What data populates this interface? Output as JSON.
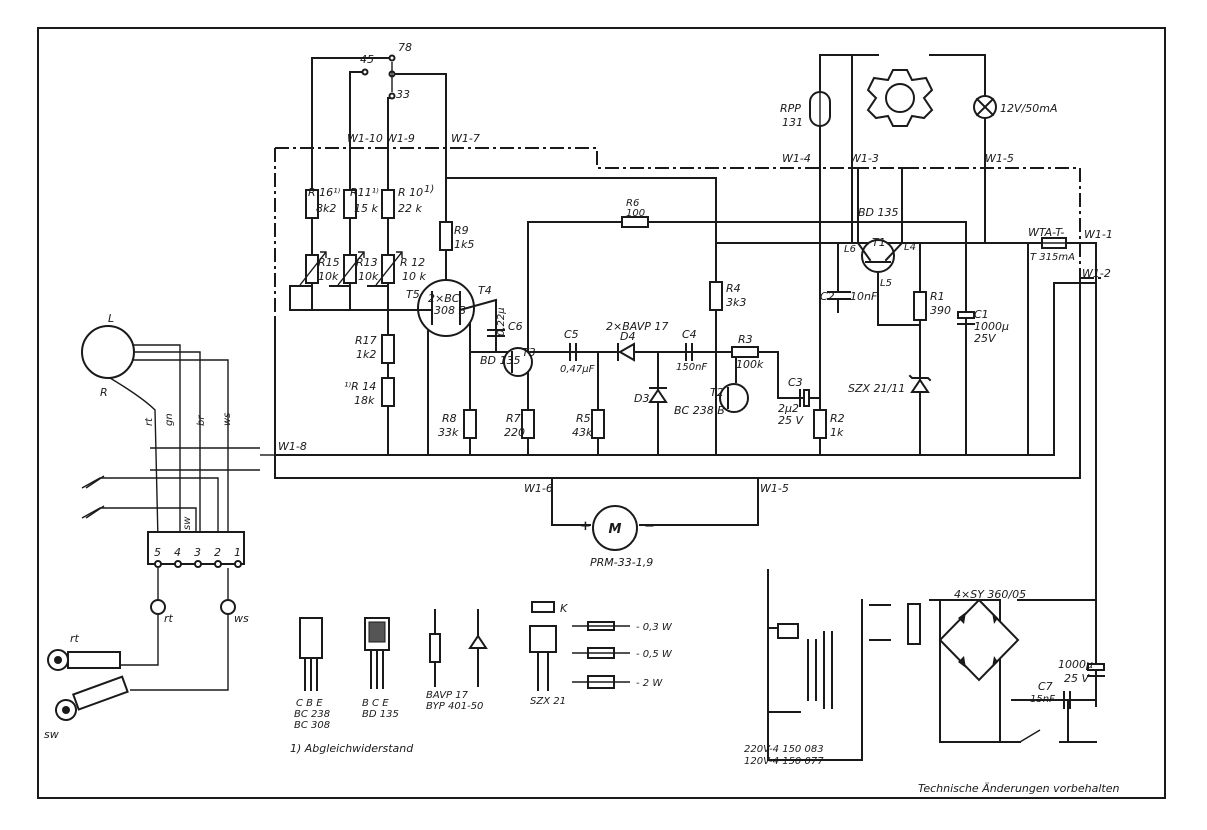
{
  "terminals": {
    "t78": "78",
    "t45": "45",
    "t33": "33",
    "w1_10": "W1-10",
    "w1_9": "W1-9",
    "w1_7": "W1-7",
    "w1_4": "W1-4",
    "w1_3": "W1-3",
    "w1_5a": "W1-5",
    "w1_1": "W1-1",
    "w1_2": "W1-2",
    "w1_8": "W1-8",
    "w1_6": "W1-6",
    "w1_5b": "W1-5"
  },
  "resistors": {
    "r16": [
      "R 16¹⁾",
      "8k2"
    ],
    "r11": [
      "R11¹⁾",
      "15 k"
    ],
    "r10": [
      "R 10",
      "22 k"
    ],
    "r10_note": "1)",
    "r15": [
      "R15",
      "10k"
    ],
    "r13": [
      "R13",
      "10k"
    ],
    "r12": [
      "R 12",
      "10 k"
    ],
    "r9": [
      "R9",
      "1k5"
    ],
    "r17": [
      "R17",
      "1k2"
    ],
    "r14": [
      "¹⁾R 14",
      "18k"
    ],
    "r8": [
      "R8",
      "33k"
    ],
    "r7": [
      "R7",
      "220"
    ],
    "r5": [
      "R5",
      "43k"
    ],
    "r6": [
      "R6",
      "100"
    ],
    "r4": [
      "R4",
      "3k3"
    ],
    "r3": [
      "R3",
      "100k"
    ],
    "r2": [
      "R2",
      "1k"
    ],
    "r1": [
      "R1",
      "390"
    ]
  },
  "capacitors": {
    "c6": [
      "0,22µ",
      "C6"
    ],
    "c5": [
      "C5",
      "0,47µF"
    ],
    "c4": [
      "C4",
      "150nF"
    ],
    "c3": [
      "C3",
      "2µ2",
      "25 V"
    ],
    "c2": [
      "C2",
      "10nF"
    ],
    "c1": [
      "C1",
      "1000µ",
      "25V"
    ],
    "c7": [
      "C7",
      "15nF"
    ],
    "cbig": [
      "1000µ",
      "25 V"
    ]
  },
  "semis": {
    "t5": "T5",
    "t4": "T4",
    "t45_type": [
      "2×BC",
      "308 B"
    ],
    "t3": "T3",
    "t3_type": "BD 135",
    "t2": "T2",
    "t2_type": "BC 238 B",
    "t1": "T1",
    "t1_type": "BD 135",
    "l6": "L6",
    "l4": "L4",
    "l5": "L5",
    "d4": "D4",
    "d4_type": "2×BAVP 17",
    "d3": "D3",
    "szx": "SZX 21/11",
    "bridge": "4×SY 360/05"
  },
  "misc": {
    "rpp": [
      "RPP",
      "131"
    ],
    "lamp": "12V/50mA",
    "fuse": [
      "WTA-T-",
      "T 315mA"
    ],
    "motor": "M",
    "motor_type": "PRM-33-1,9",
    "plus": "+",
    "minus": "−",
    "trafo": [
      "220V-4 150 083",
      "120V-4 150 077"
    ],
    "lamp_l": "L",
    "lamp_r": "R",
    "wires": [
      "rt",
      "gn",
      "br",
      "ws"
    ],
    "sw_mid": "sw",
    "pins": [
      "5",
      "4",
      "3",
      "2",
      "1"
    ],
    "jack_rt": "rt",
    "jack_ws": "ws",
    "plug_rt": "rt",
    "plug_sw": "sw"
  },
  "legend": {
    "pkg1": [
      "C B E",
      "BC 238",
      "BC 308"
    ],
    "pkg2": [
      "B C E",
      "BD 135"
    ],
    "diode": [
      "BAVP  17",
      "BYP  401-50"
    ],
    "zener": "SZX 21",
    "zener_k": "K",
    "watt": [
      "- 0,3 W",
      "- 0,5 W",
      "- 2 W"
    ]
  },
  "footnote": "1) Abgleichwiderstand",
  "notice": "Technische Änderungen vorbehalten"
}
